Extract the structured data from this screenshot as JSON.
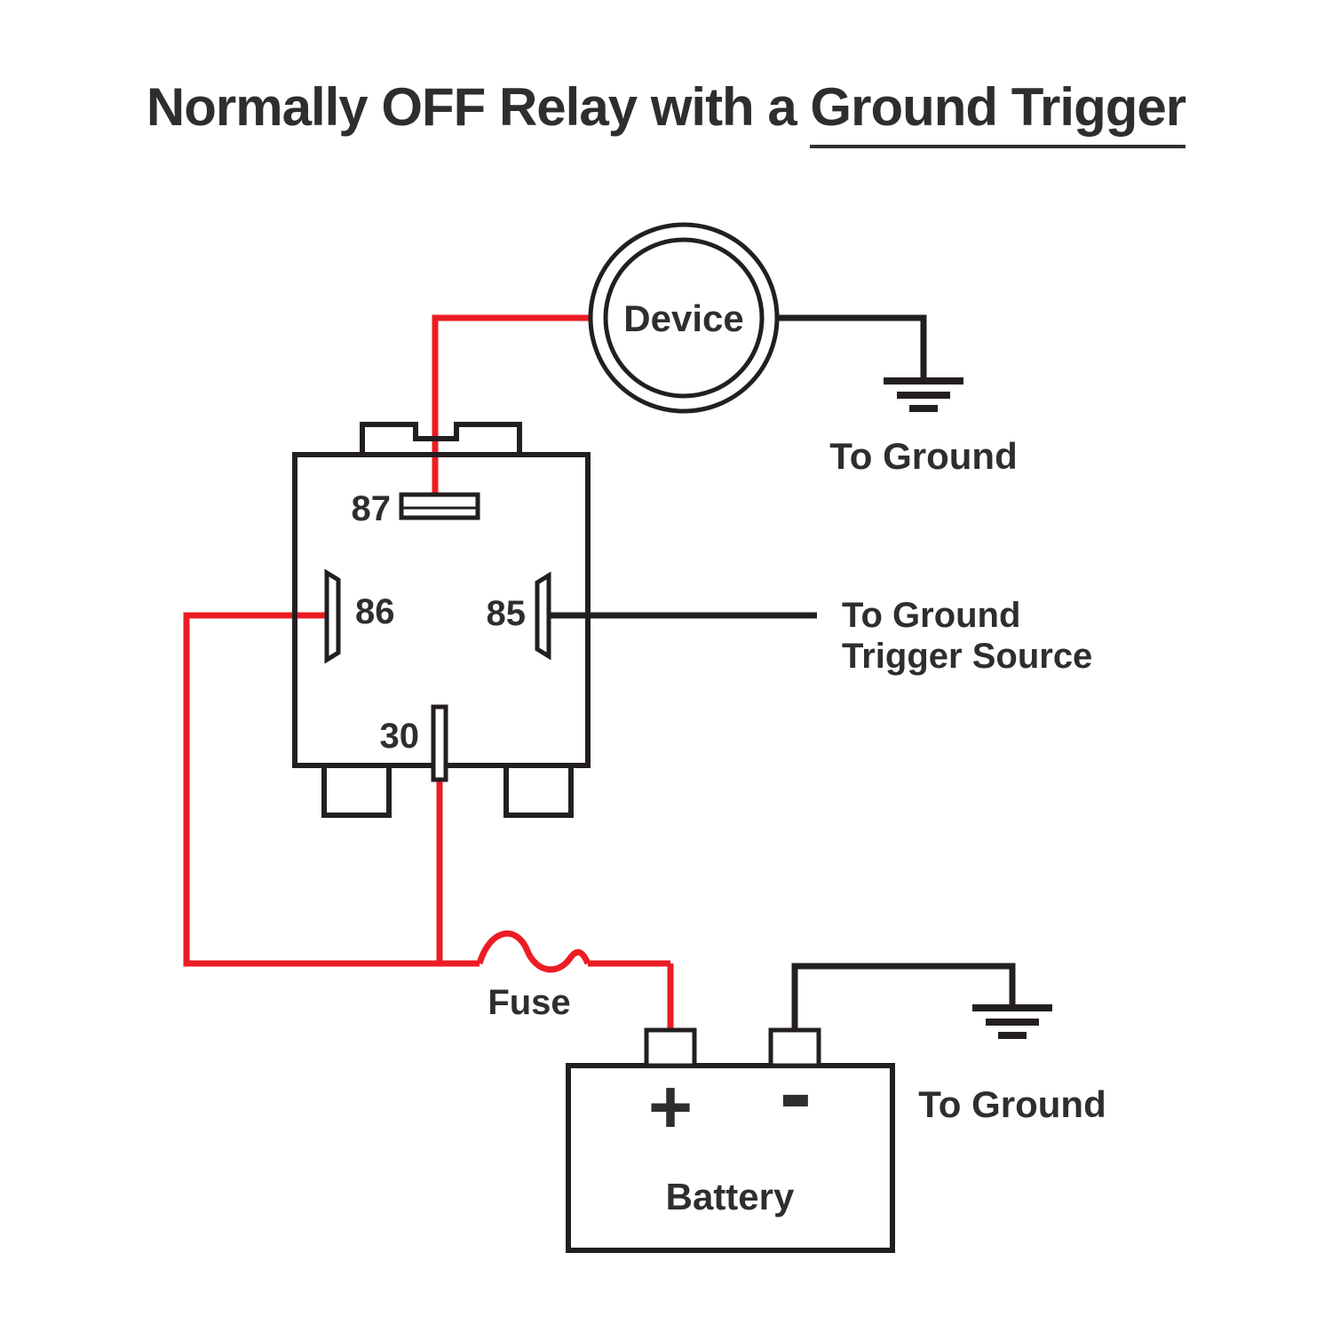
{
  "title": {
    "plain": "Normally OFF Relay with a ",
    "underlined": "Ground Trigger"
  },
  "colors": {
    "wire_red": "#ec1c24",
    "line_black": "#231f20",
    "text": "#2e2e2e",
    "background": "#ffffff"
  },
  "labels": {
    "device": "Device",
    "to_ground_top": "To Ground",
    "trigger_line1": "To Ground",
    "trigger_line2": "Trigger Source",
    "pin_87": "87",
    "pin_86": "86",
    "pin_85": "85",
    "pin_30": "30",
    "fuse": "Fuse",
    "battery": "Battery",
    "battery_plus": "+",
    "battery_minus": "-",
    "to_ground_bottom": "To Ground"
  }
}
